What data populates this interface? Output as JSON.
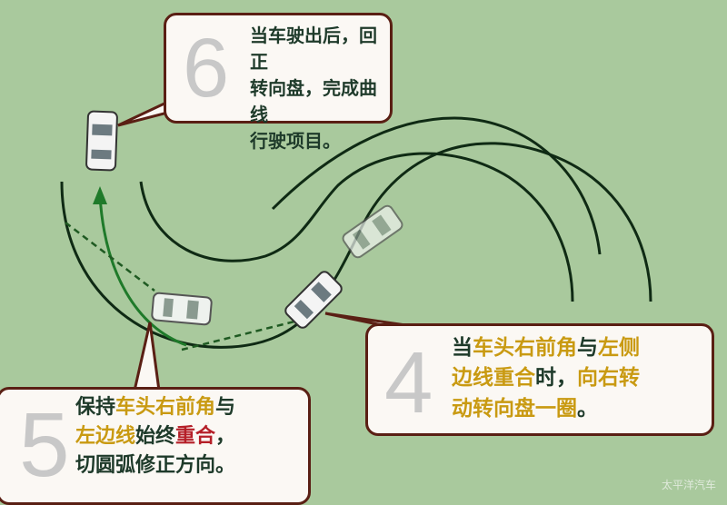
{
  "colors": {
    "background": "#a9c99d",
    "track": "#0f2a14",
    "arrow": "#1f7a2a",
    "callout_border": "#5a1f14",
    "text_dark": "#1e3a2a",
    "text_orange": "#c99a12",
    "text_red": "#b51f28"
  },
  "step6": {
    "number": "6",
    "lines": [
      "当车驶出后，回正",
      "转向盘，完成曲线",
      "行驶项目。"
    ]
  },
  "step4": {
    "number": "4",
    "l1a": "当",
    "l1b": "车头右前角",
    "l1c": "与",
    "l1d": "左侧",
    "l2a": "边线重合",
    "l2b": "时，",
    "l2c": "向右转",
    "l3a": "动转向盘一圈",
    "l3b": "。"
  },
  "step5": {
    "number": "5",
    "l1a": "保持",
    "l1b": "车头右前角",
    "l1c": "与",
    "l2a": "左边线",
    "l2b": "始终",
    "l2c": "重合",
    "l2d": "，",
    "l3": "切圆弧修正方向。"
  },
  "watermark": "太平洋汽车"
}
